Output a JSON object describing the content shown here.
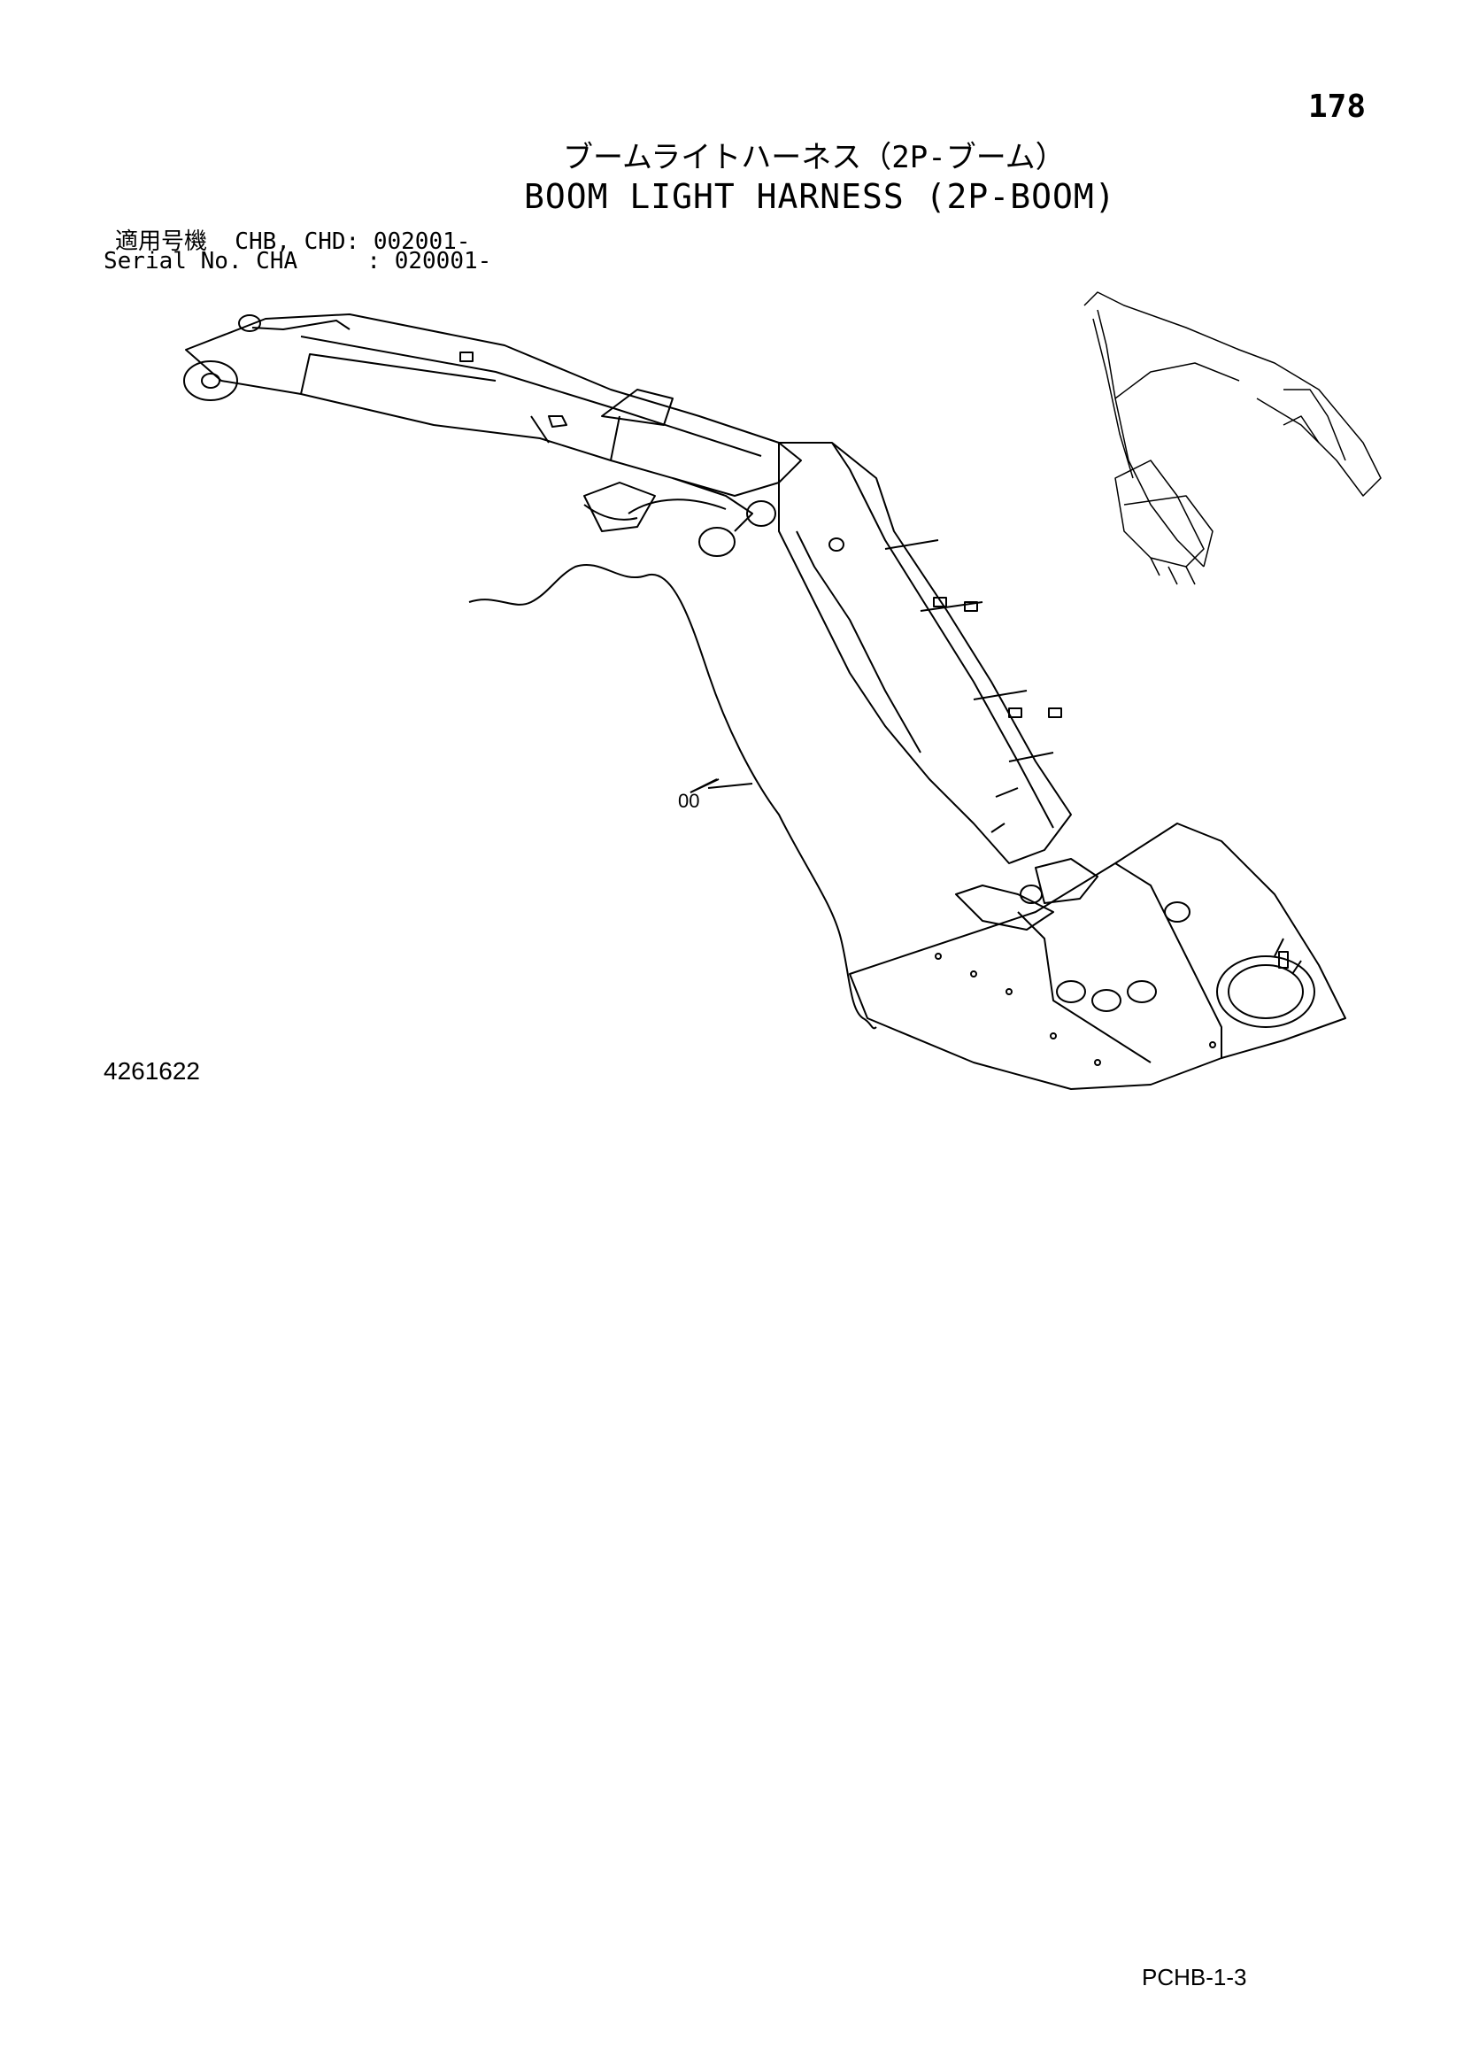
{
  "page_number": "178",
  "title_jp": "ブームライトハーネス（2P-ブーム）",
  "title_en": "BOOM LIGHT HARNESS (2P-BOOM)",
  "applicable_models": "適用号機  CHB, CHD: 002001-",
  "serial_no": "Serial No. CHA     : 020001-",
  "callout_label": "00",
  "drawing_number": "4261622",
  "footer_code": "PCHB-1-3"
}
